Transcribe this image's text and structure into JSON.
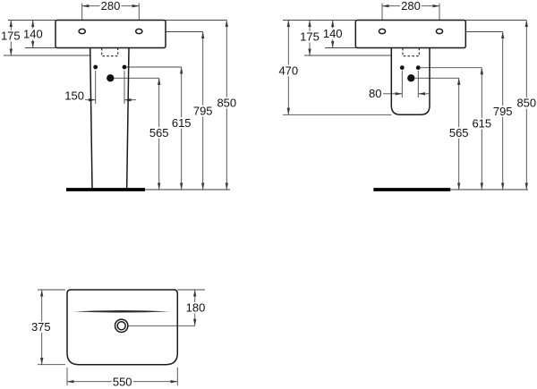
{
  "style": {
    "line_color": "#1a1a1a",
    "background": "#ffffff"
  },
  "views": {
    "front_full": {
      "dims": {
        "tap_centres": "280",
        "depth_total": "175",
        "depth_basin": "140",
        "bolt_spacing": "150",
        "h_drain": "565",
        "h_bolts": "615",
        "h_taphole": "795",
        "h_rim": "850"
      }
    },
    "front_semi": {
      "dims": {
        "tap_centres": "280",
        "depth_total": "175",
        "depth_basin": "140",
        "h_semi_pedestal": "470",
        "bolt_spacing": "80",
        "h_drain": "565",
        "h_bolts": "615",
        "h_taphole": "795",
        "h_rim": "850"
      }
    },
    "plan": {
      "dims": {
        "depth": "375",
        "width": "550",
        "drain_from_back": "180"
      }
    }
  }
}
